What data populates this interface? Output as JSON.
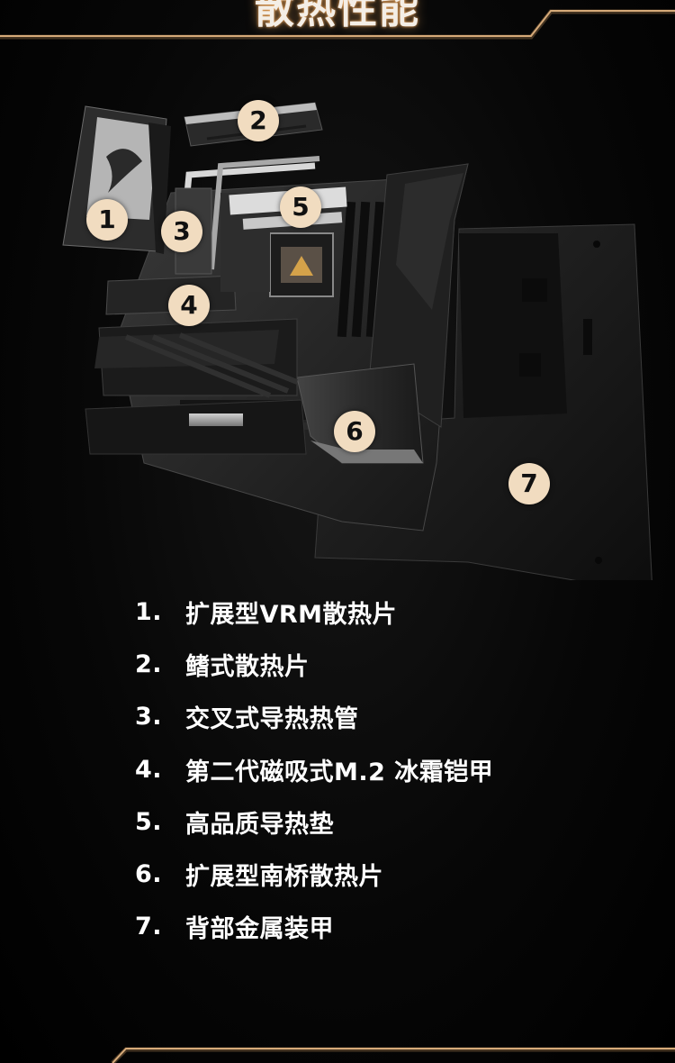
{
  "banner": {
    "title": "散热性能"
  },
  "badges": [
    {
      "num": "1",
      "icon": "vrm-heatsink"
    },
    {
      "num": "2",
      "icon": "fin-heatsink"
    },
    {
      "num": "3",
      "icon": "heatpipe"
    },
    {
      "num": "4",
      "icon": "m2-shield"
    },
    {
      "num": "5",
      "icon": "thermal-pad"
    },
    {
      "num": "6",
      "icon": "chipset-heatsink"
    },
    {
      "num": "7",
      "icon": "backplate"
    }
  ],
  "features": [
    {
      "num": "1.",
      "label": "扩展型VRM散热片"
    },
    {
      "num": "2.",
      "label": "鳍式散热片"
    },
    {
      "num": "3.",
      "label": "交叉式导热热管"
    },
    {
      "num": "4.",
      "label": "第二代磁吸式M.2 冰霜铠甲"
    },
    {
      "num": "5.",
      "label": "高品质导热垫"
    },
    {
      "num": "6.",
      "label": "扩展型南桥散热片"
    },
    {
      "num": "7.",
      "label": "背部金属装甲"
    }
  ],
  "colors": {
    "background": "#000000",
    "accent_gold": "#c9a37a",
    "badge_fill": "#f1dcc0",
    "text": "#ffffff"
  }
}
